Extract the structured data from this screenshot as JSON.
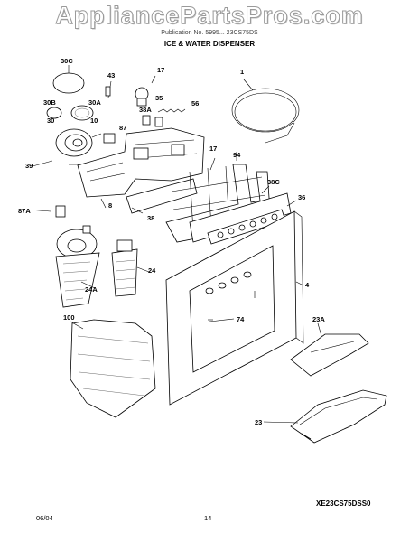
{
  "watermark": "AppliancePartsPros.com",
  "header_text": "Publication No. 5995... 23CS75DS",
  "title": "ICE & WATER DISPENSER",
  "model_code": "XE23CS75DSS0",
  "footer": {
    "date": "06/04",
    "page": "14"
  },
  "callouts": [
    "30C",
    "43",
    "17",
    "1",
    "35",
    "30B",
    "30A",
    "56",
    "38A",
    "10",
    "30",
    "87",
    "17",
    "94",
    "39",
    "38C",
    "8",
    "36",
    "87A",
    "38",
    "24",
    "24A",
    "4",
    "74",
    "100",
    "23A",
    "23"
  ]
}
